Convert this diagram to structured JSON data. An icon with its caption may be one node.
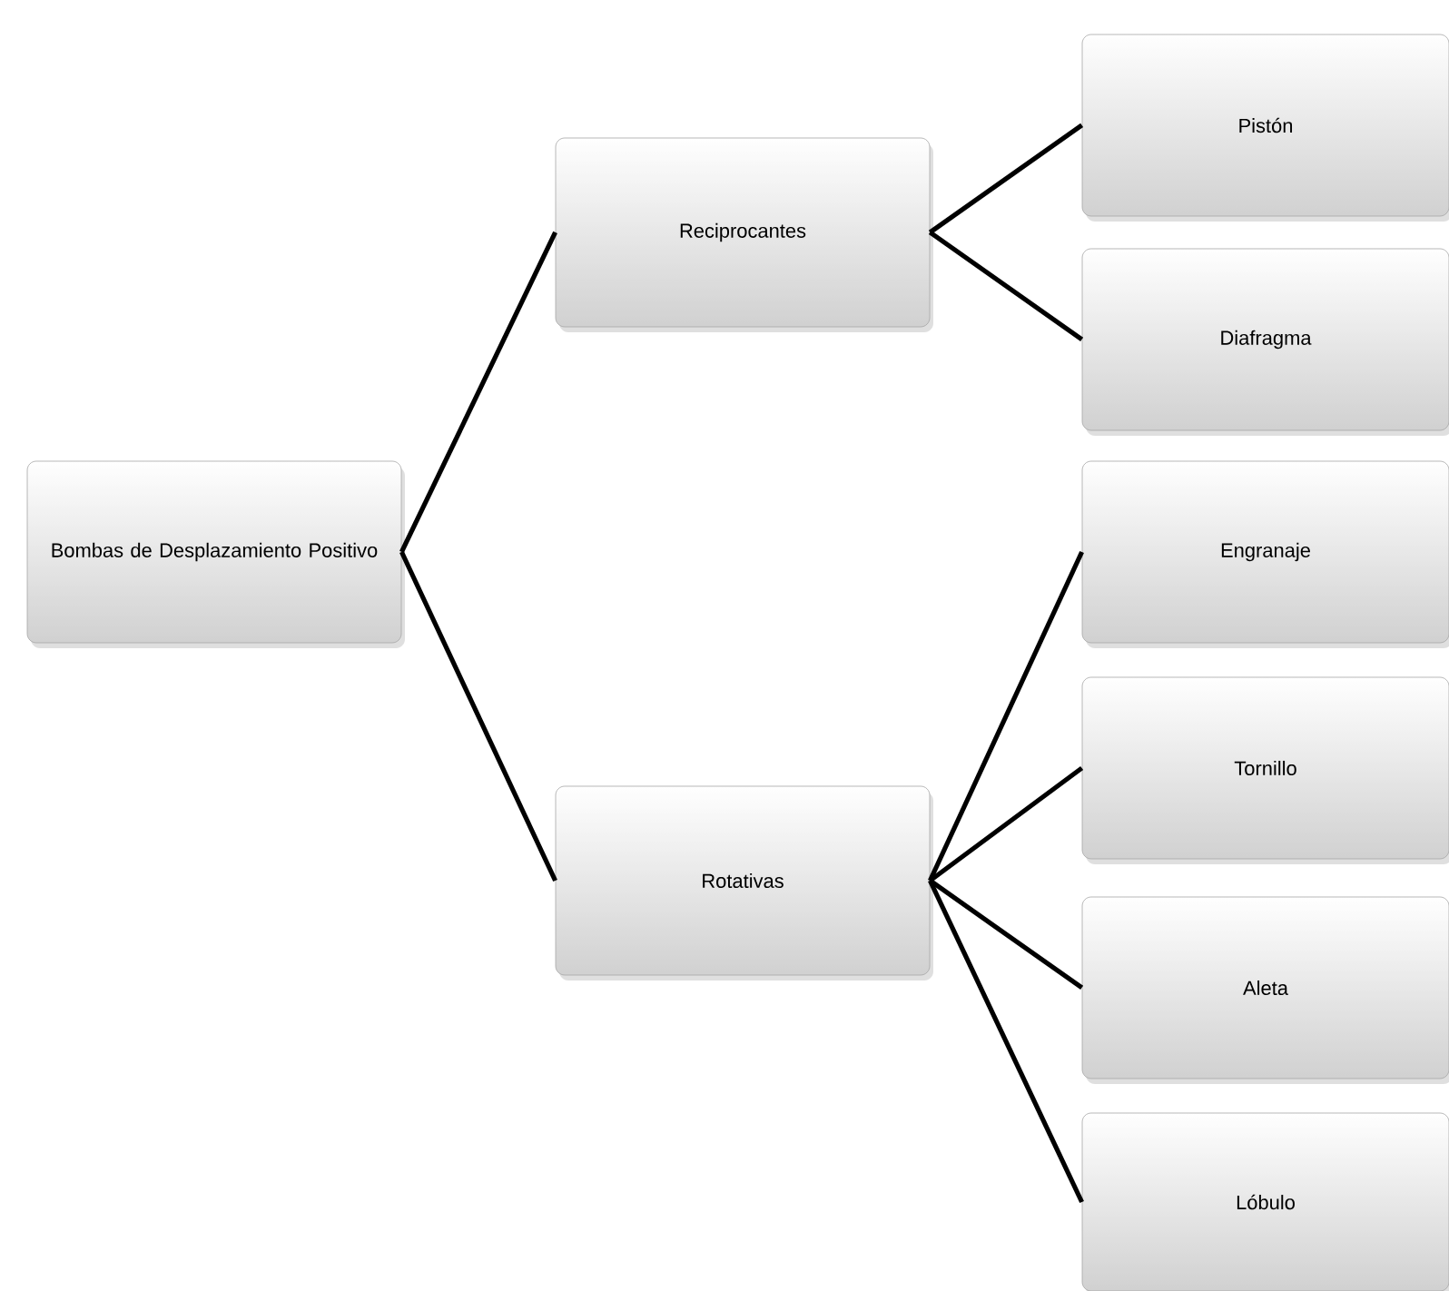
{
  "diagram": {
    "nodes": [
      {
        "text": [
          "Bombas de Desplazamiento Positivo"
        ]
      },
      {
        "text": [
          "Reciprocantes"
        ]
      },
      {
        "text": [
          "Rotativas"
        ]
      },
      {
        "text": [
          "Pistón"
        ]
      },
      {
        "text": [
          "Diafragma"
        ]
      },
      {
        "text": [
          "Engranaje"
        ]
      },
      {
        "text": [
          "Tornillo"
        ]
      },
      {
        "text": [
          "Aleta"
        ]
      },
      {
        "text": [
          "Lóbulo"
        ]
      }
    ],
    "edges": [
      {
        "from": 0,
        "to": 1,
        "arrow": "none"
      },
      {
        "from": 0,
        "to": 2,
        "arrow": "none"
      },
      {
        "from": 1,
        "to": 3,
        "arrow": "none"
      },
      {
        "from": 1,
        "to": 4,
        "arrow": "none"
      },
      {
        "from": 2,
        "to": 5,
        "arrow": "none"
      },
      {
        "from": 2,
        "to": 6,
        "arrow": "none"
      },
      {
        "from": 2,
        "to": 7,
        "arrow": "none"
      },
      {
        "from": 2,
        "to": 8,
        "arrow": "none"
      }
    ]
  }
}
